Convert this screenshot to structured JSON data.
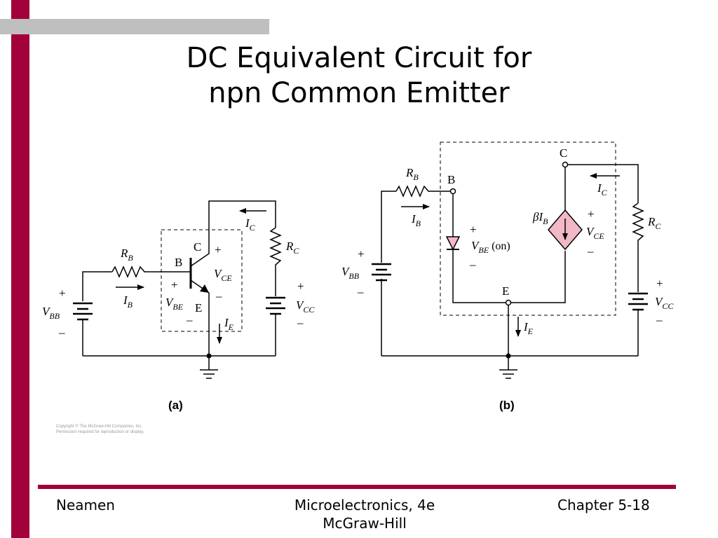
{
  "slide": {
    "title_line1": "DC Equivalent Circuit for",
    "title_line2": "npn Common Emitter",
    "footer_left": "Neamen",
    "footer_center_line1": "Microelectronics, 4e",
    "footer_center_line2": "McGraw-Hill",
    "footer_right": "Chapter 5-18",
    "copyright_line1": "Copyright © The McGraw-Hill Companies, Inc.",
    "copyright_line2": "Permission required for reproduction or display.",
    "colors": {
      "accent": "#a1003a",
      "gray_bar": "#bfbfbf",
      "current_source_fill": "#f2b8c6"
    }
  },
  "circuit_a": {
    "caption": "(a)",
    "node_b": "B",
    "node_c": "C",
    "node_e": "E",
    "rb": {
      "main": "R",
      "sub": "B"
    },
    "ib": {
      "main": "I",
      "sub": "B"
    },
    "vbb": {
      "main": "V",
      "sub": "BB"
    },
    "vbe": {
      "main": "V",
      "sub": "BE"
    },
    "vce": {
      "main": "V",
      "sub": "CE"
    },
    "rc": {
      "main": "R",
      "sub": "C"
    },
    "ic": {
      "main": "I",
      "sub": "C"
    },
    "ie": {
      "main": "I",
      "sub": "E"
    },
    "vcc": {
      "main": "V",
      "sub": "CC"
    },
    "plus": "+",
    "minus": "–"
  },
  "circuit_b": {
    "caption": "(b)",
    "node_b": "B",
    "node_c": "C",
    "node_e": "E",
    "rb": {
      "main": "R",
      "sub": "B"
    },
    "ib": {
      "main": "I",
      "sub": "B"
    },
    "vbb": {
      "main": "V",
      "sub": "BB"
    },
    "vbe": {
      "main": "V",
      "sub": "BE",
      "suffix": " (on)"
    },
    "beta_ib": {
      "beta": "β",
      "main": "I",
      "sub": "B"
    },
    "vce": {
      "main": "V",
      "sub": "CE"
    },
    "rc": {
      "main": "R",
      "sub": "C"
    },
    "ic": {
      "main": "I",
      "sub": "C"
    },
    "ie": {
      "main": "I",
      "sub": "E"
    },
    "vcc": {
      "main": "V",
      "sub": "CC"
    },
    "plus": "+",
    "minus": "–"
  }
}
